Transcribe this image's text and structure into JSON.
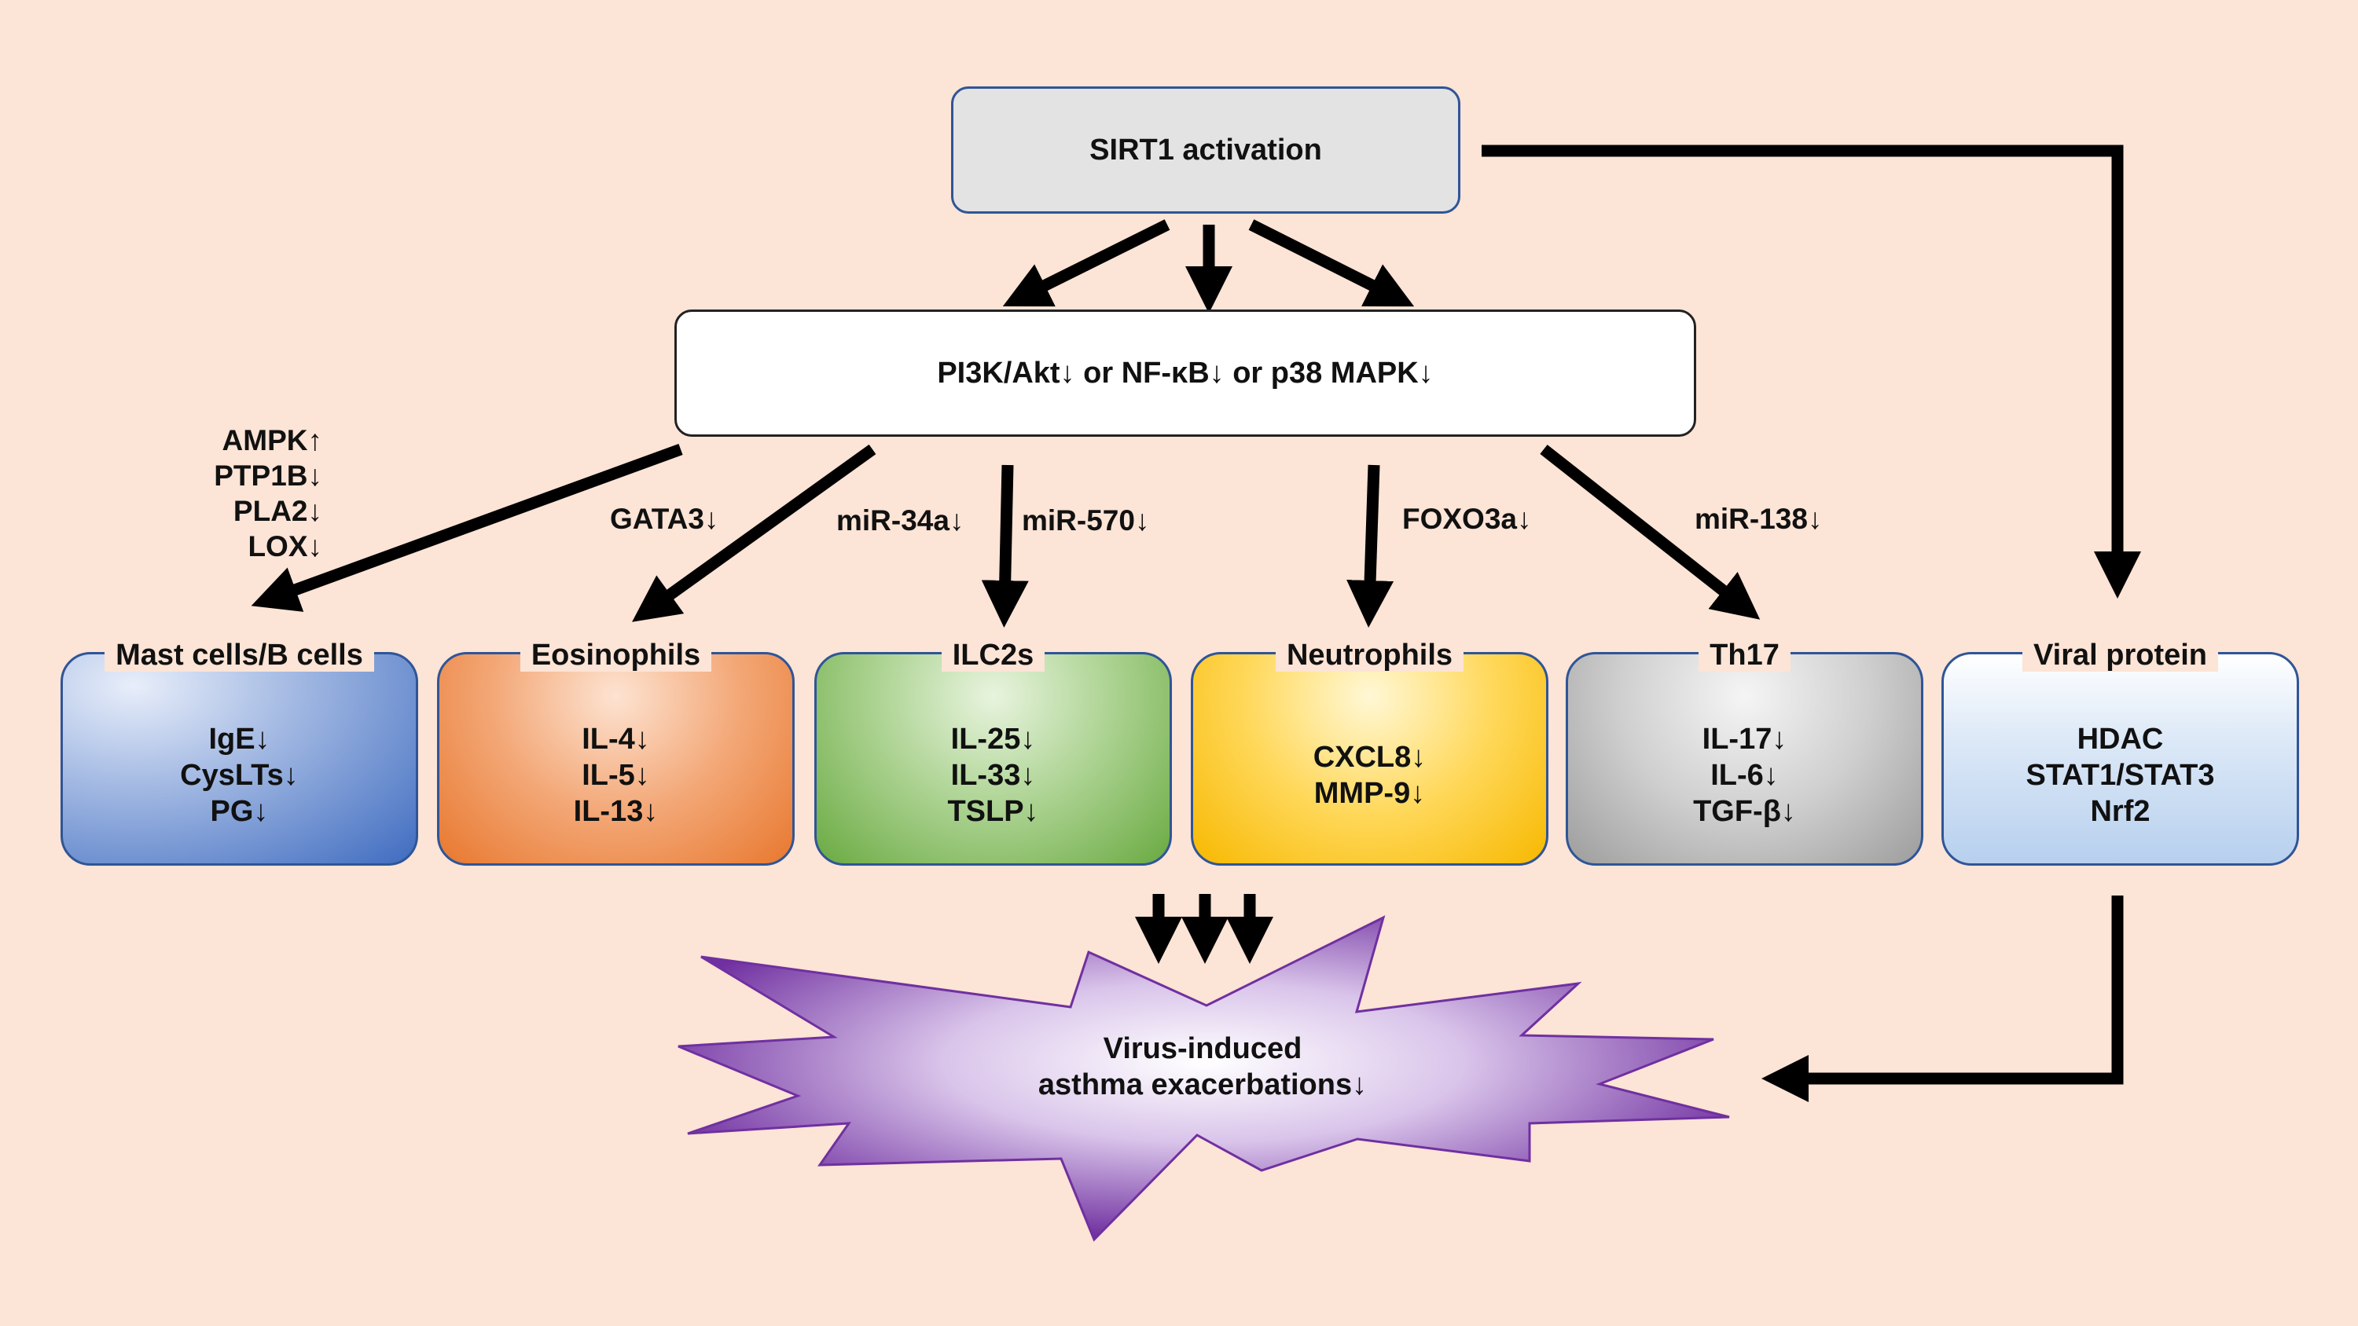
{
  "top_node": {
    "label": "SIRT1 activation"
  },
  "pathway_node": {
    "label": "PI3K/Akt↓ or NF-κB↓ or p38 MAPK↓"
  },
  "edge_labels": {
    "mast_mediators": [
      "AMPK↑",
      "PTP1B↓",
      "PLA2↓",
      "LOX↓"
    ],
    "gata3": "GATA3↓",
    "mir34a": "miR-34a↓",
    "mir570": "miR-570↓",
    "foxo3a": "FOXO3a↓",
    "mir138": "miR-138↓"
  },
  "cells": [
    {
      "title": "Mast cells/B cells",
      "items": [
        "IgE↓",
        "CysLTs↓",
        "PG↓"
      ],
      "color": "#4472c4"
    },
    {
      "title": "Eosinophils",
      "items": [
        "IL-4↓",
        "IL-5↓",
        "IL-13↓"
      ],
      "color": "#ed7d31"
    },
    {
      "title": "ILC2s",
      "items": [
        "IL-25↓",
        "IL-33↓",
        "TSLP↓"
      ],
      "color": "#70ad47"
    },
    {
      "title": "Neutrophils",
      "items": [
        "CXCL8↓",
        "MMP-9↓"
      ],
      "color": "#ffc000"
    },
    {
      "title": "Th17",
      "items": [
        "IL-17↓",
        "IL-6↓",
        "TGF-β↓"
      ],
      "color": "#a5a5a5"
    },
    {
      "title": "Viral protein",
      "items": [
        "HDAC",
        "STAT1/STAT3",
        "Nrf2"
      ],
      "color": "#bdd7ee"
    }
  ],
  "outcome": {
    "line1": "Virus-induced",
    "line2": "asthma exacerbations↓",
    "color": "#7030a0"
  },
  "colors": {
    "background": "#fce4d6",
    "arrow": "#000000",
    "box_border": "#2f5597"
  }
}
